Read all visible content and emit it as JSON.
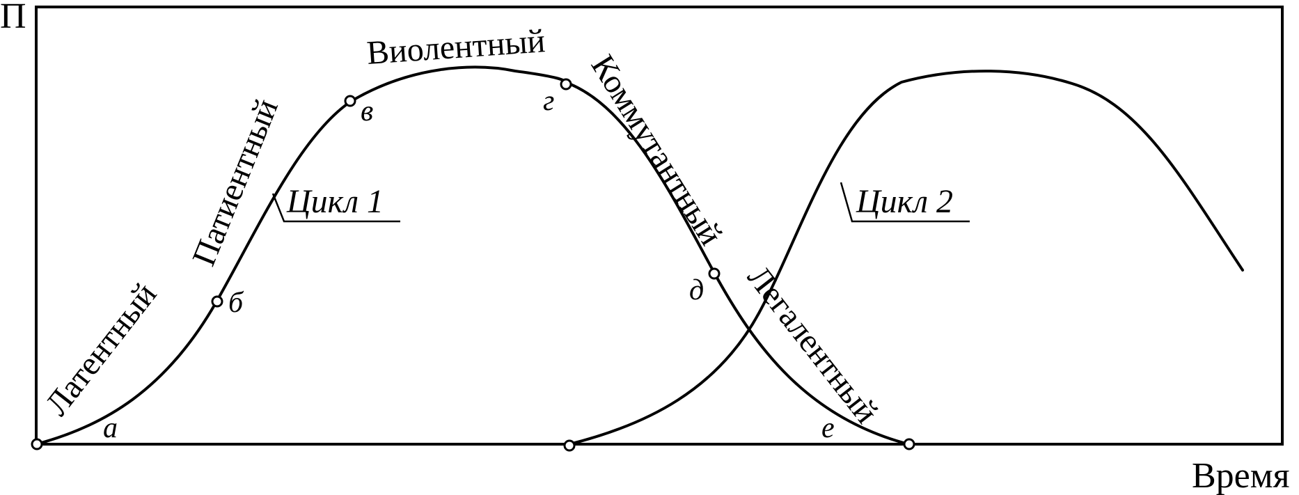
{
  "axes": {
    "y_label": "П",
    "x_label": "Время"
  },
  "phases": [
    {
      "id": "latent",
      "label": "Латентный"
    },
    {
      "id": "patient",
      "label": "Патиентный"
    },
    {
      "id": "violent",
      "label": "Виолентный"
    },
    {
      "id": "commutant",
      "label": "Коммутантный"
    },
    {
      "id": "legalent",
      "label": "Легалентный"
    }
  ],
  "points": [
    {
      "id": "a",
      "label": "а"
    },
    {
      "id": "b",
      "label": "б"
    },
    {
      "id": "v",
      "label": "в"
    },
    {
      "id": "g",
      "label": "г"
    },
    {
      "id": "d",
      "label": "д"
    },
    {
      "id": "e",
      "label": "е"
    }
  ],
  "cycles": [
    {
      "id": "cycle1",
      "label": "Цикл 1"
    },
    {
      "id": "cycle2",
      "label": "Цикл 2"
    }
  ],
  "colors": {
    "line": "#000000",
    "background": "#ffffff"
  }
}
